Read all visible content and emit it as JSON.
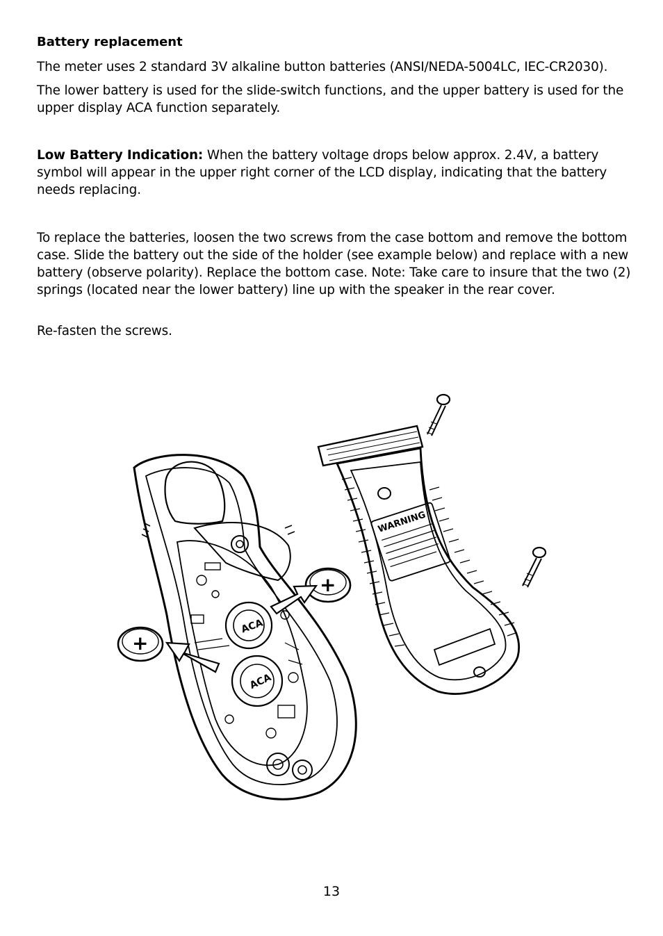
{
  "heading": "Battery replacement",
  "paragraphs": {
    "p1": "The meter uses 2 standard 3V alkaline button batteries (ANSI/NEDA-5004LC, IEC-CR2030).",
    "p2": "The lower battery is used for the slide-switch functions, and the upper battery is used for the upper display ACA function separately.",
    "p3_lead": "Low Battery Indication:",
    "p3_body": " When the battery voltage drops below approx. 2.4V, a battery symbol will appear in the upper right corner of the LCD display, indicating that the battery needs replacing.",
    "p4": "To replace the batteries, loosen the two screws from the case bottom and remove the bottom case. Slide the battery out the side of the holder (see example below) and replace with a new battery (observe polarity). Replace the bottom case. Note: Take care to insure that the two (2) springs (located near the lower battery) line up with the speaker in the rear cover.",
    "p5": "Re-fasten the screws."
  },
  "illustration": {
    "label_warning": "WARNING",
    "battery_symbol": "+",
    "meter_label_upper": "ACA",
    "meter_label_lower": "ACA"
  },
  "page_number": "13"
}
